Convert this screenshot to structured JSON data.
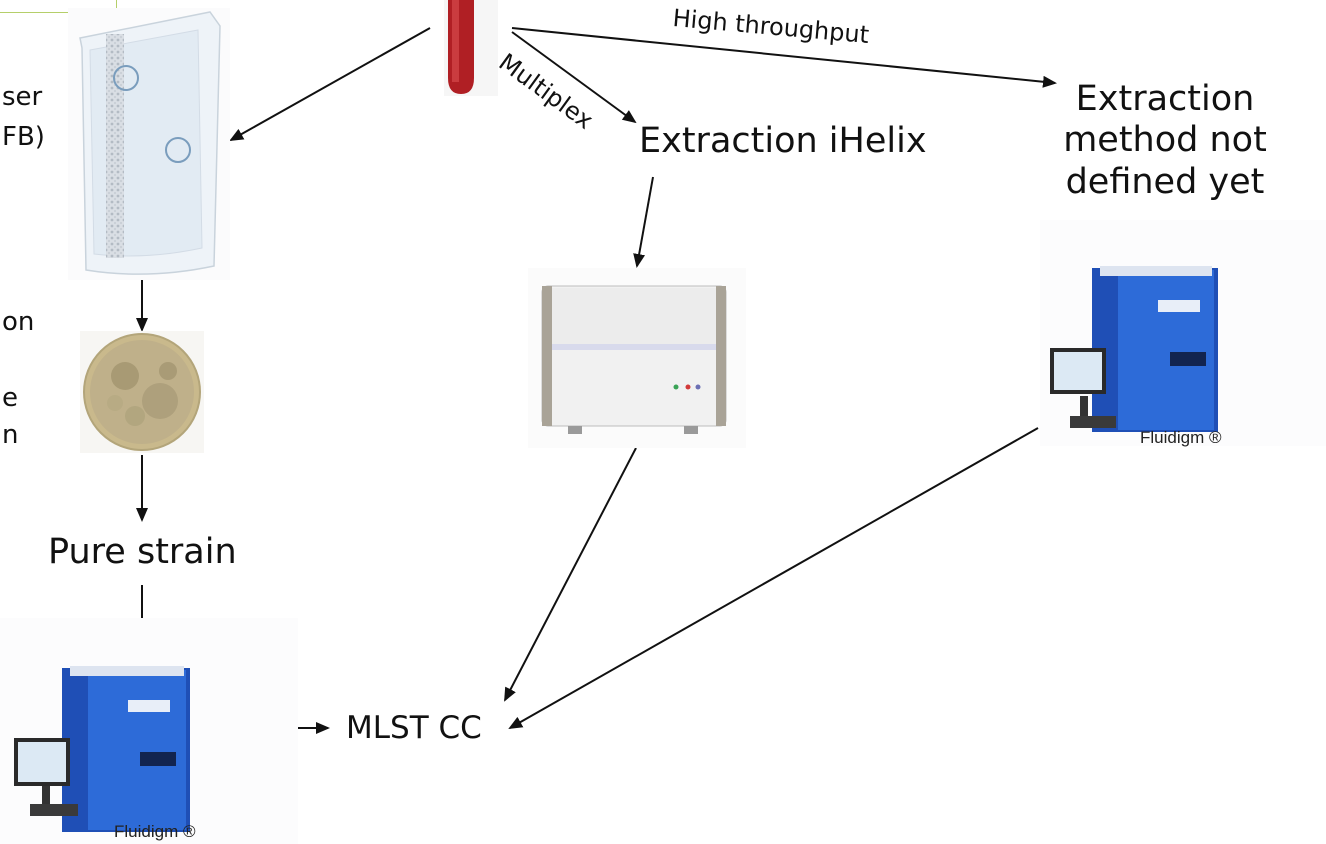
{
  "branch_labels": {
    "high_throughput": "High throughput",
    "multiplex": "Multiplex"
  },
  "nodes": {
    "extraction_ihelix": "Extraction iHelix",
    "extraction_undefined": [
      "Extraction",
      "method not",
      "defined yet"
    ],
    "pure_strain": "Pure strain",
    "mlst_cc": "MLST CC"
  },
  "left_fragments": [
    "ser",
    "FB)",
    "on",
    "e",
    "n"
  ],
  "instrument_labels": {
    "bottom_left": "Fluidigm ®",
    "right": "Fluidigm ®"
  },
  "colors": {
    "tube_red": "#b01f24",
    "frame_green": "#b5cf6a",
    "instrument_blue": "#2a5fc9",
    "arrow": "#111111"
  }
}
